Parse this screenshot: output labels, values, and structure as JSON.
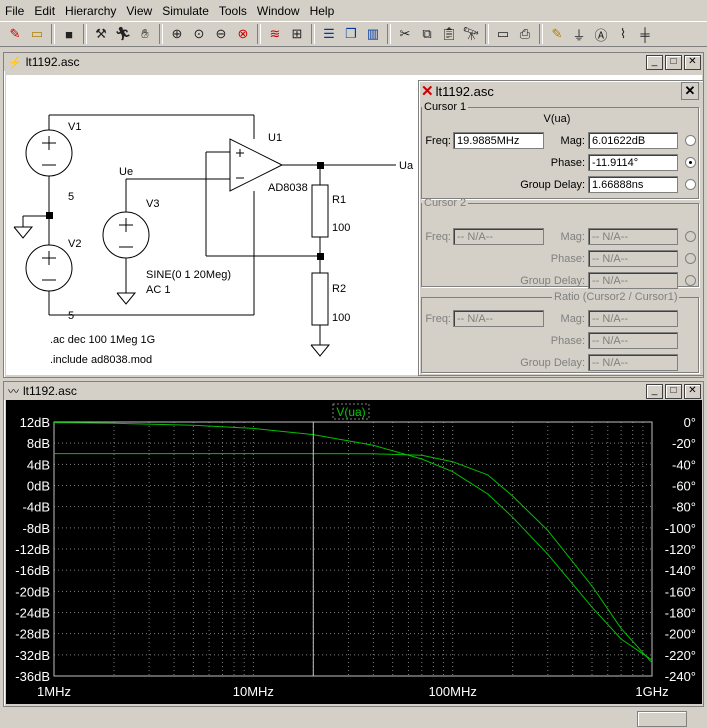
{
  "menu": [
    "File",
    "Edit",
    "Hierarchy",
    "View",
    "Simulate",
    "Tools",
    "Window",
    "Help"
  ],
  "toolbar_icons": [
    "new-schematic-icon",
    "open-icon",
    "save-icon",
    "control-panel-icon",
    "run-icon",
    "halt-icon",
    "zoom-in-icon",
    "zoom-fit-icon",
    "zoom-out-icon",
    "cancel-zoom-icon",
    "autorange-icon",
    "grid-icon",
    "tile-horizontal-icon",
    "cascade-icon",
    "tile-vertical-icon",
    "cut-icon",
    "copy-icon",
    "paste-icon",
    "find-icon",
    "print-preview-icon",
    "print-icon",
    "draw-wire-icon",
    "ground-icon",
    "label-net-icon",
    "resistor-icon",
    "capacitor-icon"
  ],
  "schematic_window": {
    "title": "lt1192.asc"
  },
  "schematic": {
    "v1": "V1",
    "v1_val": "5",
    "v2": "V2",
    "v2_val": "5",
    "v3": "V3",
    "v3_val1": "SINE(0 1 20Meg)",
    "v3_val2": "AC 1",
    "ue": "Ue",
    "ua": "Ua",
    "u1": "U1",
    "u1_part": "AD8038",
    "r1": "R1",
    "r1_val": "100",
    "r2": "R2",
    "r2_val": "100",
    "directive1": ".ac dec 100 1Meg 1G",
    "directive2": ".include ad8038.mod"
  },
  "cursor_dialog": {
    "title": "lt1192.asc",
    "cursor1": {
      "legend": "Cursor 1",
      "trace": "V(ua)",
      "freq_label": "Freq:",
      "freq": "19.9885MHz",
      "mag_label": "Mag:",
      "mag": "6.01622dB",
      "phase_label": "Phase:",
      "phase": "-11.9114°",
      "gd_label": "Group Delay:",
      "gd": "1.66888ns"
    },
    "cursor2": {
      "legend": "Cursor 2",
      "freq_label": "Freq:",
      "freq": "-- N/A--",
      "mag_label": "Mag:",
      "mag": "-- N/A--",
      "phase_label": "Phase:",
      "phase": "-- N/A--",
      "gd_label": "Group Delay:",
      "gd": "-- N/A--"
    },
    "ratio": {
      "legend": "Ratio (Cursor2 / Cursor1)",
      "freq_label": "Freq:",
      "freq": "-- N/A--",
      "mag_label": "Mag:",
      "mag": "-- N/A--",
      "phase_label": "Phase:",
      "phase": "-- N/A--",
      "gd_label": "Group Delay:",
      "gd": "-- N/A--"
    }
  },
  "plot_window": {
    "title": "lt1192.asc"
  },
  "chart_data": {
    "type": "line",
    "title": "V(ua)",
    "x_scale": "log",
    "xlim": [
      1000000,
      1000000000
    ],
    "x_ticks": [
      1000000,
      10000000,
      100000000,
      1000000000
    ],
    "x_tick_labels": [
      "1MHz",
      "10MHz",
      "100MHz",
      "1GHz"
    ],
    "left_ylim": [
      -36,
      12
    ],
    "left_ticks": [
      "12dB",
      "8dB",
      "4dB",
      "0dB",
      "-4dB",
      "-8dB",
      "-12dB",
      "-16dB",
      "-20dB",
      "-24dB",
      "-28dB",
      "-32dB",
      "-36dB"
    ],
    "right_ylim": [
      -240,
      0
    ],
    "right_ticks": [
      "0°",
      "-20°",
      "-40°",
      "-60°",
      "-80°",
      "-100°",
      "-120°",
      "-140°",
      "-160°",
      "-180°",
      "-200°",
      "-220°",
      "-240°"
    ],
    "grid": true,
    "cursor_x": 19988500,
    "series": [
      {
        "name": "magnitude",
        "axis": "left",
        "x": [
          1000000,
          5000000,
          10000000,
          20000000,
          40000000,
          70000000,
          100000000,
          150000000,
          200000000,
          300000000,
          500000000,
          700000000,
          1000000000
        ],
        "values": [
          6.02,
          6.02,
          6.02,
          6.02,
          6.0,
          5.7,
          4.5,
          2.0,
          -2.0,
          -8.5,
          -19.0,
          -27.0,
          -33.5
        ]
      },
      {
        "name": "phase",
        "axis": "right",
        "x": [
          1000000,
          2000000,
          5000000,
          10000000,
          20000000,
          40000000,
          70000000,
          100000000,
          150000000,
          200000000,
          300000000,
          500000000,
          700000000,
          1000000000
        ],
        "values": [
          -0.6,
          -1.2,
          -3.0,
          -6.0,
          -11.9,
          -22.0,
          -35.0,
          -47.0,
          -68.0,
          -90.0,
          -125.0,
          -175.0,
          -205.0,
          -225.0
        ]
      }
    ]
  }
}
